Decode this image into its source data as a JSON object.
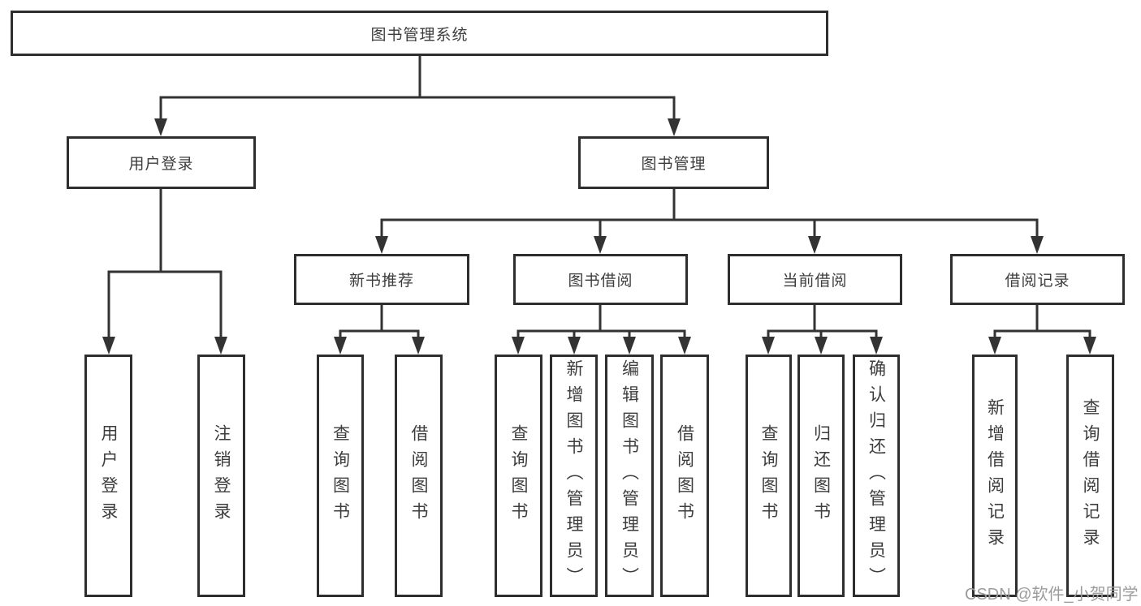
{
  "tree": {
    "root": {
      "label": "图书管理系统"
    },
    "children": [
      {
        "label": "用户登录",
        "children": [
          {
            "label": "用户登录"
          },
          {
            "label": "注销登录"
          }
        ]
      },
      {
        "label": "图书管理",
        "children": [
          {
            "label": "新书推荐",
            "children": [
              {
                "label": "查询图书"
              },
              {
                "label": "借阅图书"
              }
            ]
          },
          {
            "label": "图书借阅",
            "children": [
              {
                "label": "查询图书"
              },
              {
                "label": "新增图书（管理员）"
              },
              {
                "label": "编辑图书（管理员）"
              },
              {
                "label": "借阅图书"
              }
            ]
          },
          {
            "label": "当前借阅",
            "children": [
              {
                "label": "查询图书"
              },
              {
                "label": "归还图书"
              },
              {
                "label": "确认归还（管理员）"
              }
            ]
          },
          {
            "label": "借阅记录",
            "children": [
              {
                "label": "新增借阅记录"
              },
              {
                "label": "查询借阅记录"
              }
            ]
          }
        ]
      }
    ]
  },
  "watermark": {
    "text": "CSDN @软件_小贺同学"
  },
  "colors": {
    "line": "#333333",
    "box_border": "#2e2e2e",
    "text": "#3d3d3d",
    "watermark": "#9c9c9c",
    "background": "#ffffff"
  }
}
